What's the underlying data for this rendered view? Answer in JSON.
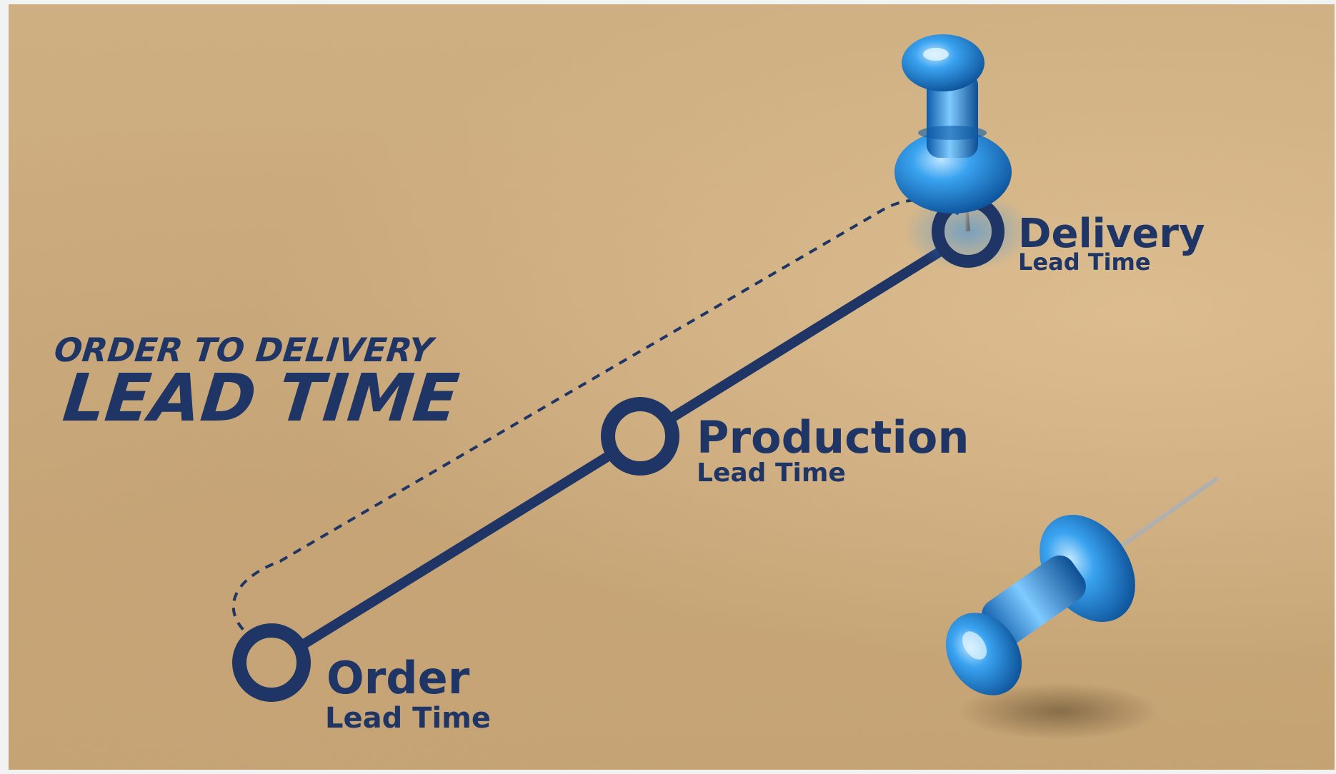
{
  "headline": {
    "line1": "ORDER TO DELIVERY",
    "line2": "LEAD TIME"
  },
  "milestones": [
    {
      "title": "Order",
      "subtitle": "Lead Time"
    },
    {
      "title": "Production",
      "subtitle": "Lead Time"
    },
    {
      "title": "Delivery",
      "subtitle": "Lead Time"
    }
  ],
  "colors": {
    "ink": "#1f3566",
    "paper": "#d2b386",
    "pin": "#2a8fe0"
  },
  "icons": [
    "pushpin-upright-icon",
    "pushpin-lying-icon"
  ]
}
